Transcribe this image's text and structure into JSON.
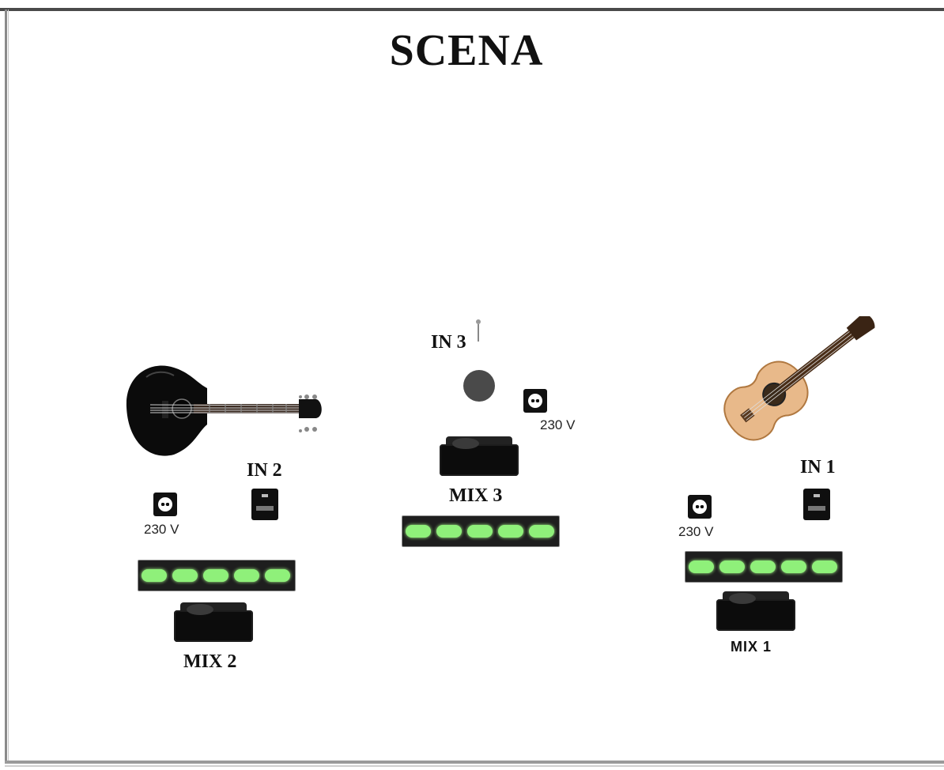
{
  "title": "SCENA",
  "inputs": {
    "in1": "IN 1",
    "in2": "IN 2",
    "in3": "IN 3"
  },
  "mixes": {
    "mix1": "MIX 1",
    "mix2": "MIX 2",
    "mix3": "MIX 3"
  },
  "power": {
    "left": "230 V",
    "center": "230 V",
    "right": "230 V"
  },
  "colors": {
    "outlet_glow": "#8ff07a",
    "device_black": "#0f0f0f",
    "acoustic_body": "#e8b98a"
  },
  "icons": {
    "bass_guitar": "black-acoustic-bass-guitar-icon",
    "acoustic_guitar": "natural-acoustic-guitar-icon",
    "microphone": "vocal-microphone-icon",
    "power_socket": "power-socket-icon",
    "di_box": "di-box-icon",
    "monitor": "stage-monitor-wedge-icon",
    "power_strip": "power-strip-icon"
  }
}
